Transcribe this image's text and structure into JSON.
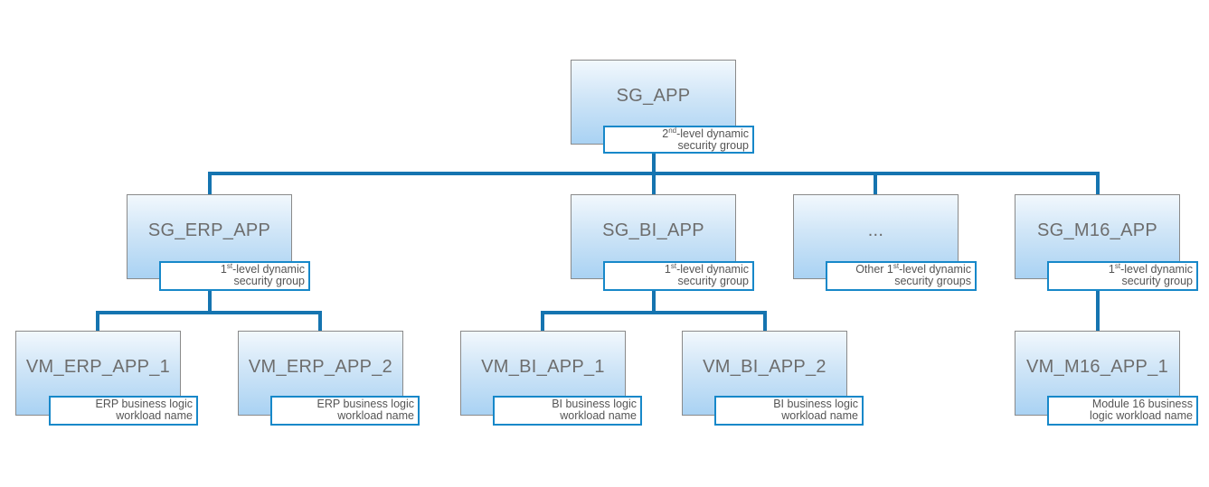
{
  "colors": {
    "connector": "#1574b0",
    "label_border": "#1788c9",
    "node_gradient_top": "#f2f8fd",
    "node_gradient_bottom": "#a9d2f3",
    "node_title": "#6d6d6d"
  },
  "nodes": {
    "sg_app": {
      "title": "SG_APP",
      "label_line1_pre": "2",
      "label_line1_sup": "nd",
      "label_line1_post": "-level dynamic",
      "label_line2": "security group"
    },
    "sg_erp_app": {
      "title": "SG_ERP_APP",
      "label_line1_pre": "1",
      "label_line1_sup": "st",
      "label_line1_post": "-level dynamic",
      "label_line2": "security group"
    },
    "sg_bi_app": {
      "title": "SG_BI_APP",
      "label_line1_pre": "1",
      "label_line1_sup": "st",
      "label_line1_post": "-level dynamic",
      "label_line2": "security group"
    },
    "sg_other": {
      "title": "...",
      "label_line1_pre": "Other 1",
      "label_line1_sup": "st",
      "label_line1_post": "-level dynamic",
      "label_line2": "security groups"
    },
    "sg_m16_app": {
      "title": "SG_M16_APP",
      "label_line1_pre": "1",
      "label_line1_sup": "st",
      "label_line1_post": "-level dynamic",
      "label_line2": "security group"
    },
    "vm_erp_app_1": {
      "title": "VM_ERP_APP_1",
      "label_line1": "ERP business logic",
      "label_line2": "workload name"
    },
    "vm_erp_app_2": {
      "title": "VM_ERP_APP_2",
      "label_line1": "ERP business logic",
      "label_line2": "workload name"
    },
    "vm_bi_app_1": {
      "title": "VM_BI_APP_1",
      "label_line1": "BI business logic",
      "label_line2": "workload name"
    },
    "vm_bi_app_2": {
      "title": "VM_BI_APP_2",
      "label_line1": "BI business logic",
      "label_line2": "workload name"
    },
    "vm_m16_app_1": {
      "title": "VM_M16_APP_1",
      "label_line1": "Module 16 business",
      "label_line2": "logic workload name"
    }
  }
}
